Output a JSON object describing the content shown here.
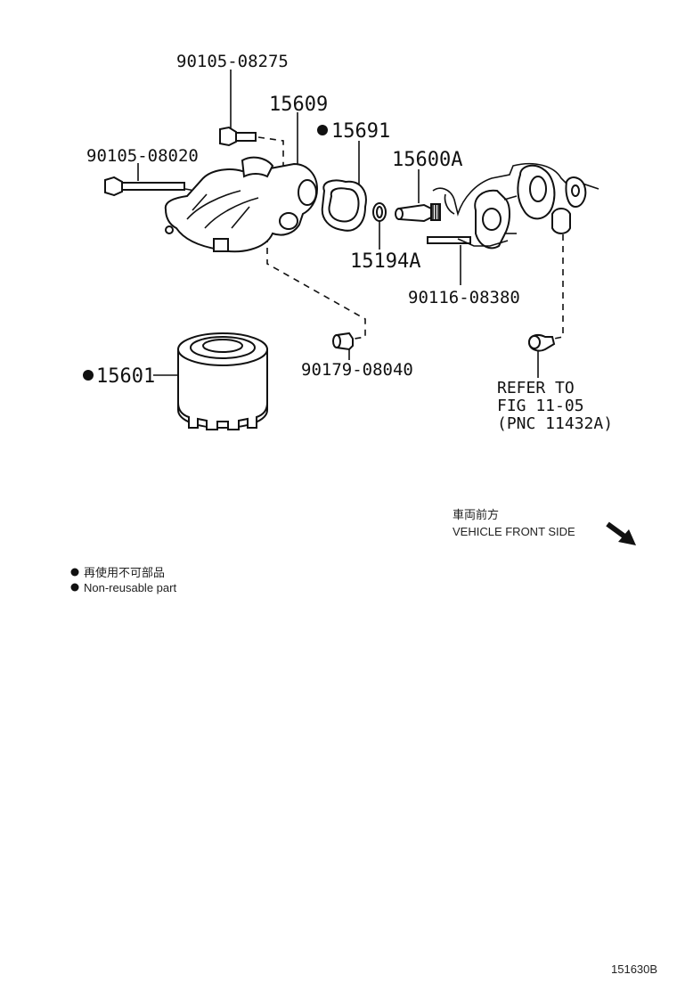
{
  "parts": {
    "p1": "90105-08275",
    "p2": "15609",
    "p3": "15691",
    "p4": "90105-08020",
    "p5": "15600A",
    "p6": "15194A",
    "p7": "90116-08380",
    "p8": "90179-08040",
    "p9": "15601"
  },
  "refer": {
    "line1": "REFER TO",
    "line2": "FIG 11-05",
    "line3": "(PNC 11432A)"
  },
  "direction": {
    "jp": "車両前方",
    "en": "VEHICLE FRONT SIDE"
  },
  "legend": {
    "jp": "再使用不可部品",
    "en": "Non-reusable part"
  },
  "diagram_code": "151630B"
}
